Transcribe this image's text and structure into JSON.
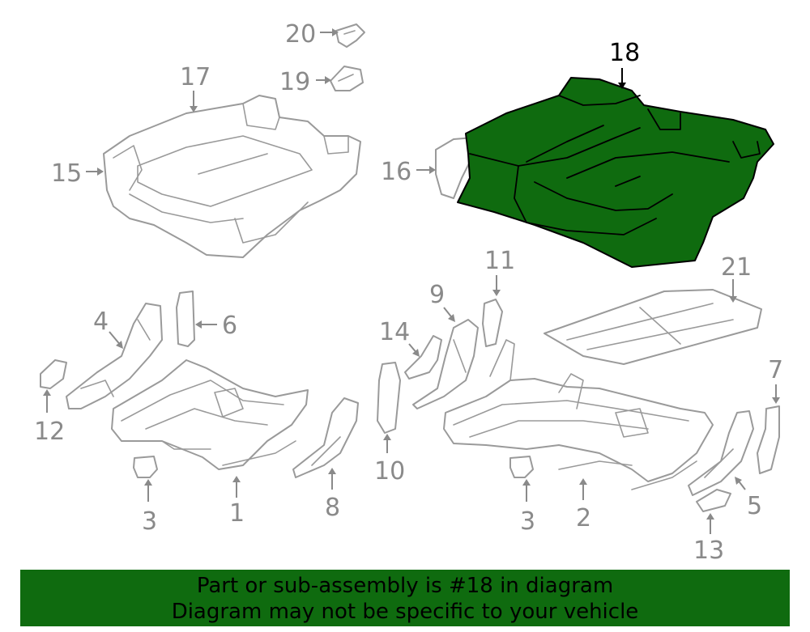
{
  "diagram": {
    "highlighted_part": "18",
    "highlight_color": "#0f6b0f",
    "callouts": {
      "c1": "1",
      "c2": "2",
      "c3a": "3",
      "c3b": "3",
      "c4": "4",
      "c5": "5",
      "c6": "6",
      "c7": "7",
      "c8": "8",
      "c9": "9",
      "c10": "10",
      "c11": "11",
      "c12": "12",
      "c13": "13",
      "c14": "14",
      "c15": "15",
      "c16": "16",
      "c17": "17",
      "c18": "18",
      "c19": "19",
      "c20": "20",
      "c21": "21"
    }
  },
  "banner": {
    "line1": "Part or sub-assembly is #18 in diagram",
    "line2": "Diagram may not be specific to your vehicle",
    "background": "#0f6b0f"
  }
}
